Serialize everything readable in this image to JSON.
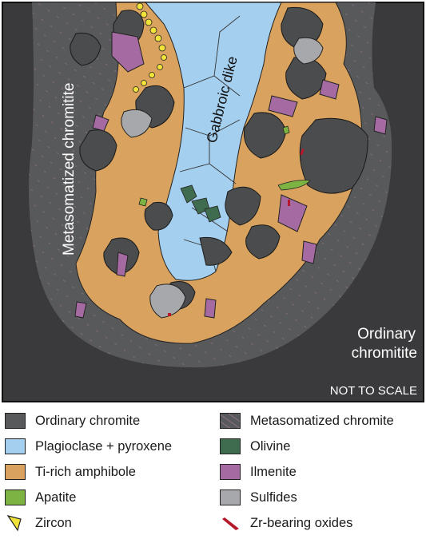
{
  "labels": {
    "metasomatized": "Metasomatized chromitite",
    "gabbroic": "Gabbroic dike",
    "ordinary_line1": "Ordinary",
    "ordinary_line2": "chromitite",
    "scale_note": "NOT TO SCALE"
  },
  "colors": {
    "ordinary_chromite": "#58595b",
    "metasomatized_chromite": "#58595b",
    "plagioclase_pyroxene": "#a5cfee",
    "ti_amphibole": "#d9a35f",
    "olivine": "#3f6b4f",
    "ilmenite": "#a46aa1",
    "apatite": "#7cb342",
    "sulfides": "#a6a8ab",
    "zircon": "#f2e33a",
    "zr_oxides": "#b5172b",
    "background": "#3a3a3c"
  },
  "legend": [
    {
      "label": "Ordinary chromite",
      "swatch": "ordinary-chromite"
    },
    {
      "label": "Metasomatized chromite",
      "swatch": "metasomatized-chromite"
    },
    {
      "label": "Plagioclase + pyroxene",
      "swatch": "plagioclase-pyroxene"
    },
    {
      "label": "Olivine",
      "swatch": "olivine"
    },
    {
      "label": "Ti-rich amphibole",
      "swatch": "ti-amphibole"
    },
    {
      "label": "Ilmenite",
      "swatch": "ilmenite"
    },
    {
      "label": "Apatite",
      "swatch": "apatite"
    },
    {
      "label": "Sulfides",
      "swatch": "sulfides"
    },
    {
      "label": "Zircon",
      "swatch": "zircon"
    },
    {
      "label": "Zr-bearing oxides",
      "swatch": "zr-oxides"
    }
  ]
}
